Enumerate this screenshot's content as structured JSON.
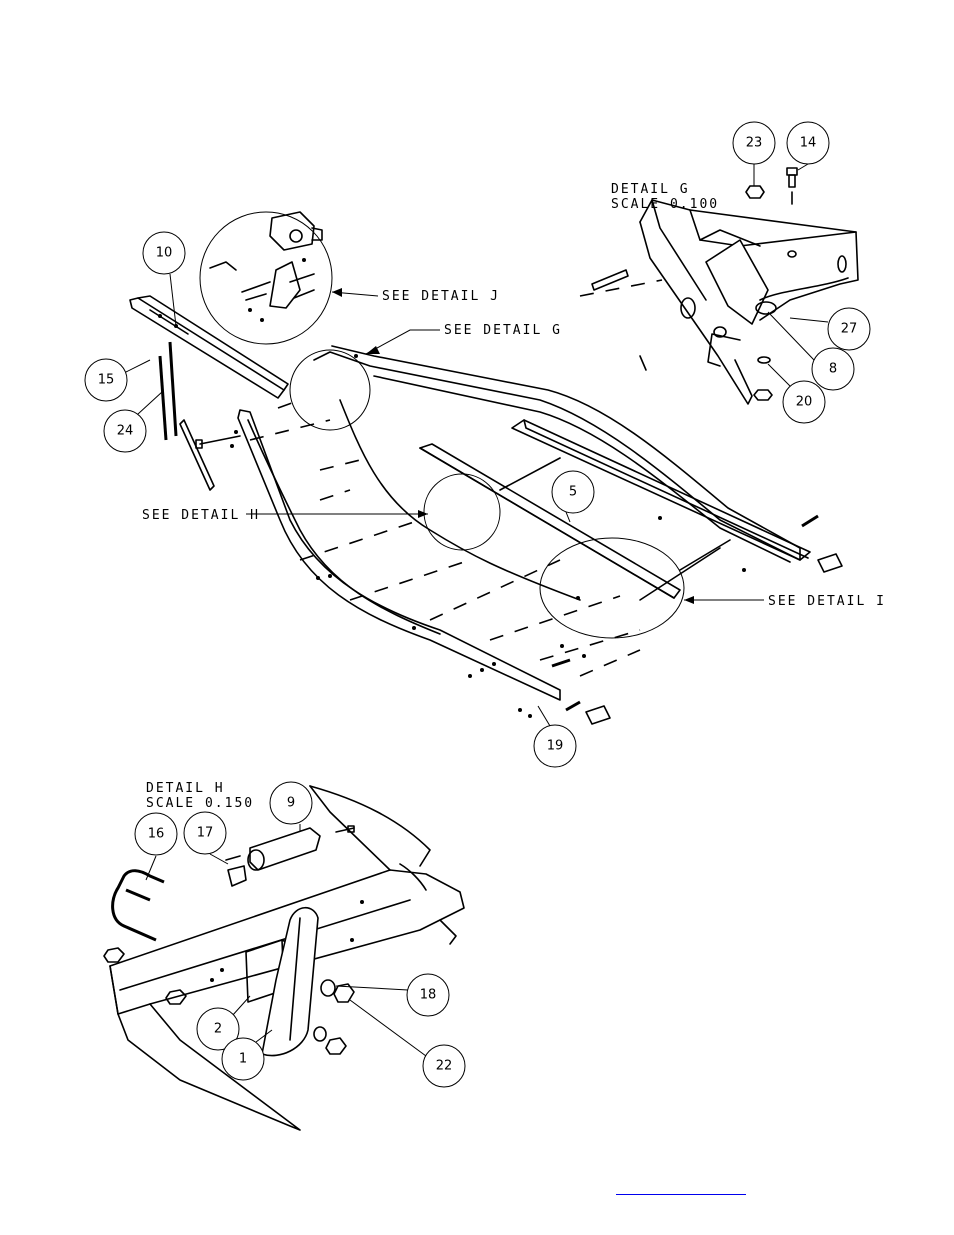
{
  "detail_captions": {
    "g": {
      "title": "DETAIL  G",
      "scale": "SCALE  0.100"
    },
    "h": {
      "title": "DETAIL  H",
      "scale": "SCALE  0.150"
    }
  },
  "callouts": {
    "see_j": "SEE DETAIL  J",
    "see_g": "SEE DETAIL  G",
    "see_h": "SEE DETAIL  H",
    "see_i": "SEE DETAIL  I"
  },
  "balloons": [
    {
      "id": "b23",
      "label": "23"
    },
    {
      "id": "b14",
      "label": "14"
    },
    {
      "id": "b10",
      "label": "10"
    },
    {
      "id": "b27",
      "label": "27"
    },
    {
      "id": "b8",
      "label": "8"
    },
    {
      "id": "b15",
      "label": "15"
    },
    {
      "id": "b20",
      "label": "20"
    },
    {
      "id": "b24",
      "label": "24"
    },
    {
      "id": "b5",
      "label": "5"
    },
    {
      "id": "b19",
      "label": "19"
    },
    {
      "id": "b9",
      "label": "9"
    },
    {
      "id": "b16",
      "label": "16"
    },
    {
      "id": "b17",
      "label": "17"
    },
    {
      "id": "b18",
      "label": "18"
    },
    {
      "id": "b2",
      "label": "2"
    },
    {
      "id": "b1",
      "label": "1"
    },
    {
      "id": "b22",
      "label": "22"
    }
  ],
  "footer": {
    "link_text": ""
  },
  "colors": {
    "line": "#000000",
    "background": "#ffffff",
    "link": "#0000ee"
  }
}
